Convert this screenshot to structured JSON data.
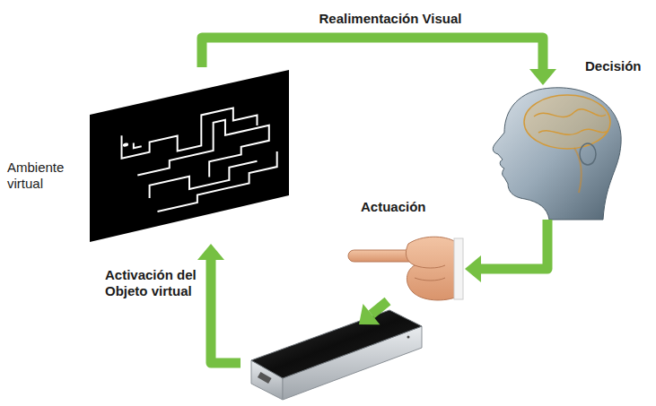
{
  "diagram": {
    "nodes": [
      {
        "text": [
          "Ambiente virtual"
        ]
      },
      {
        "text": [
          "Decisión"
        ]
      },
      {
        "text": [
          "Actuación"
        ]
      },
      {
        "text": []
      }
    ],
    "edges": [
      {
        "from": 0,
        "to": 1,
        "arrow": "to",
        "label": "Realimentación Visual"
      },
      {
        "from": 1,
        "to": 2,
        "arrow": "to"
      },
      {
        "from": 2,
        "to": 3,
        "arrow": "to"
      },
      {
        "from": 3,
        "to": 0,
        "arrow": "to",
        "label": "Activación del Objeto virtual"
      }
    ]
  }
}
